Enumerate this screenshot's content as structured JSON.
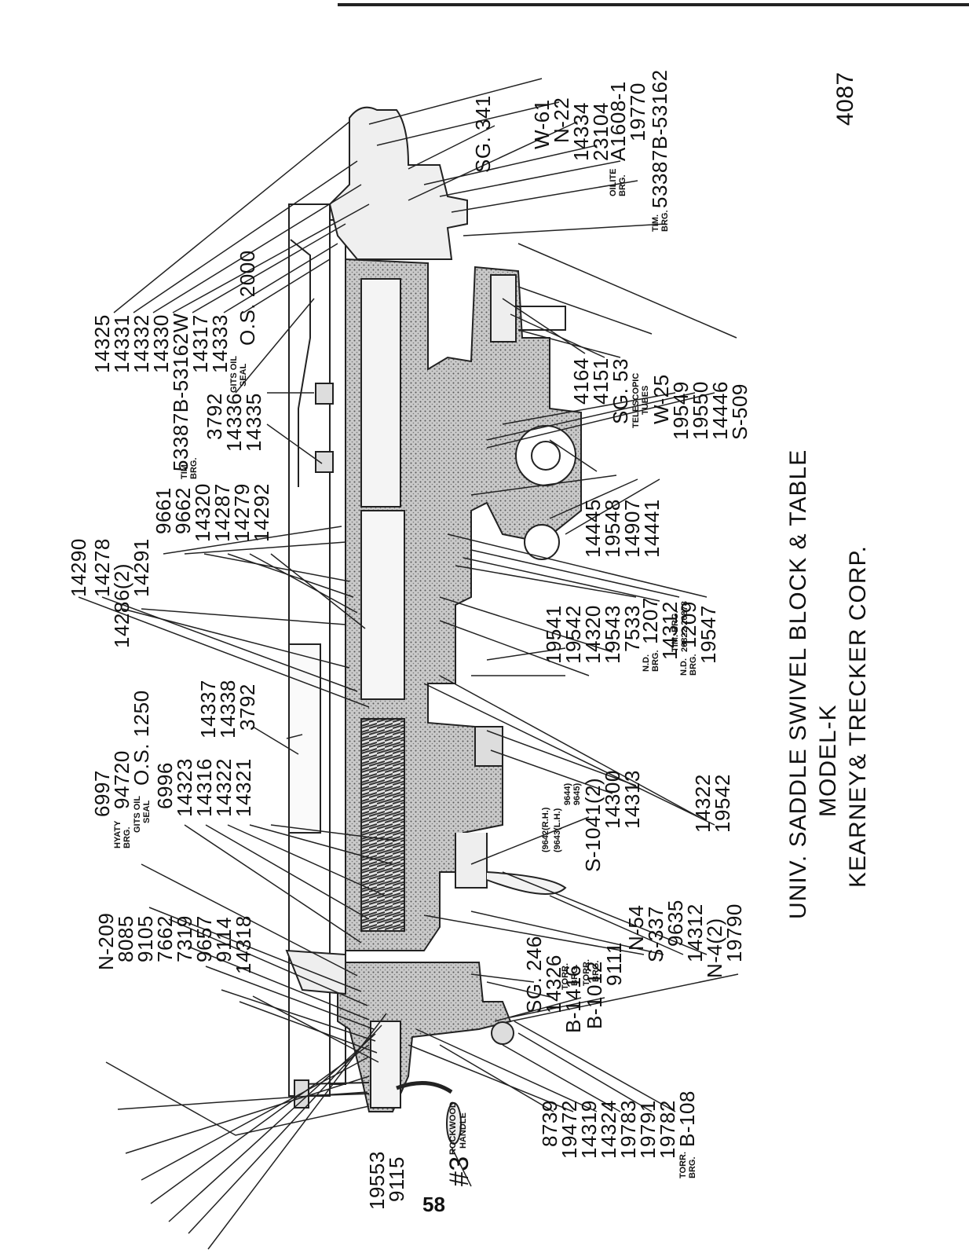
{
  "drawing_number": "4087",
  "page_number": "58",
  "title": {
    "line1": "UNIV. SADDLE SWIVEL BLOCK & TABLE",
    "line2": "MODEL-K",
    "line3": "KEARNEY& TRECKER CORP."
  },
  "callouts": {
    "sg341": "SG. 341",
    "g1": [
      "W-61",
      "N-22",
      "14334",
      "23104"
    ],
    "oilite_a": "OILITE",
    "oilite_b": "BRG.",
    "a1608": "A1608-1",
    "n19770": "19770",
    "timbrg_a": "TIM.",
    "timbrg_b": "BRG.",
    "n53387": "53387B-53162",
    "g2": [
      "4164",
      "4151",
      "SG. 53"
    ],
    "telescopic_a": "TELESCOPIC",
    "telescopic_b": "TUBES",
    "g3": [
      "W-25",
      "19549",
      "19550",
      "14446",
      "S-509"
    ],
    "g4": [
      "14445",
      "19548",
      "14907",
      "14441"
    ],
    "g5": [
      "14325",
      "14331",
      "14332",
      "14330",
      "53387B-53162W",
      "14317",
      "14333"
    ],
    "os2000": "O.S. 2000",
    "gits_a": "GITS OIL",
    "gits_b": "SEAL",
    "timbrg2_a": "TIM.",
    "timbrg2_b": "BRG.",
    "n53387b": "53387B-53162",
    "g6": [
      "3792",
      "14336",
      "14335"
    ],
    "g7": [
      "9661",
      "9662",
      "14320",
      "14287",
      "14279",
      "14292"
    ],
    "g8": [
      "14290",
      "14278",
      "14286(2)",
      "14291"
    ],
    "timbrg3_a": "TIM. BRG.",
    "timbrg3_b": "26822-26878",
    "g9": [
      "19541",
      "19542",
      "14320",
      "19543",
      "7533"
    ],
    "nd_a": "N.D.",
    "nd_b": "BRG.",
    "n1207": "1207",
    "n14312a": "14312",
    "nd2_a": "N.D.",
    "nd2_b": "BRG.",
    "n1209": "1209",
    "n19547": "19547",
    "g10": [
      "14337",
      "14338",
      "3792"
    ],
    "n6997": "6997",
    "hyatt_a": "HYATY",
    "hyatt_b": "BRG.",
    "n94720": "94720",
    "gits2_a": "GITS OIL",
    "gits2_b": "SEAL",
    "os1250": "O.S. 1250",
    "g11": [
      "6996",
      "14323",
      "14316",
      "14322",
      "14321"
    ],
    "p9642": "(9642(R.H.)",
    "p9643": "(9643(L.H.)",
    "p9644": "9644)",
    "p9645": "9645)",
    "g12": [
      "S-1041(2)",
      "14300",
      "14313"
    ],
    "g13": [
      "14322",
      "19542"
    ],
    "g14": [
      "N-209",
      "8085",
      "9105",
      "7662",
      "7319",
      "9657",
      "9114",
      "14318"
    ],
    "g15": [
      "SG. 246",
      "14326"
    ],
    "torr1_a": "TORR.",
    "torr1_b": "BRG.",
    "b1416": "B-1416",
    "torr2_a": "TORR.",
    "torr2_b": "BRG.",
    "b1012": "B-1012",
    "g16": [
      "9111",
      "N-54",
      "S-337",
      "9635",
      "14312",
      "N-4(2)",
      "19790"
    ],
    "g17": [
      "19553",
      "9115"
    ],
    "rock_num": "#3",
    "rock_a": "ROCKWOOD",
    "rock_b": "HANDLE",
    "g18": [
      "8739",
      "19472",
      "14319",
      "14324",
      "19783",
      "19791",
      "19782"
    ],
    "torr3_a": "TORR.",
    "torr3_b": "BRG.",
    "b108": "B-108"
  }
}
